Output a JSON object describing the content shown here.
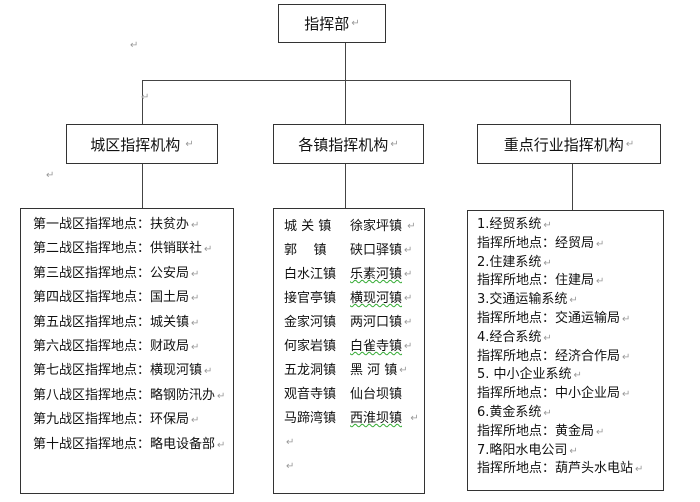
{
  "root": {
    "label": "指挥部"
  },
  "branches": [
    {
      "label": "城区指挥机构"
    },
    {
      "label": "各镇指挥机构"
    },
    {
      "label": "重点行业指挥机构"
    }
  ],
  "city_districts": [
    "第一战区指挥地点：扶贫办",
    "第二战区指挥地点：供销联社",
    "第三战区指挥地点：公安局",
    "第四战区指挥地点：国土局",
    "第五战区指挥地点：城关镇",
    "第六战区指挥地点：财政局",
    "第七战区指挥地点：横现河镇",
    "第八战区指挥地点：略钢防汛办",
    "第九战区指挥地点：环保局",
    "第十战区指挥地点：略电设备部"
  ],
  "towns": [
    [
      "城 关 镇",
      "徐家坪镇"
    ],
    [
      "郭    镇",
      "硖口驿镇"
    ],
    [
      "白水江镇",
      "乐素河镇"
    ],
    [
      "接官亭镇",
      "横现河镇"
    ],
    [
      "金家河镇",
      "两河口镇"
    ],
    [
      "何家岩镇",
      "白雀寺镇"
    ],
    [
      "五龙洞镇",
      "黑 河 镇"
    ],
    [
      "观音寺镇",
      "仙台坝镇"
    ],
    [
      "马蹄湾镇",
      "西淮坝镇"
    ]
  ],
  "industries": [
    "1.经贸系统",
    "指挥所地点：经贸局",
    "2.住建系统",
    "指挥所地点：住建局",
    "3.交通运输系统",
    "指挥所地点：交通运输局",
    "4.经合系统",
    "指挥所地点：经济合作局",
    "5. 中小企业系统",
    "指挥所地点：中小企业局",
    "6.黄金系统",
    "指挥所地点：黄金局",
    "7.略阳水电公司",
    "指挥所地点：葫芦头水电站"
  ]
}
